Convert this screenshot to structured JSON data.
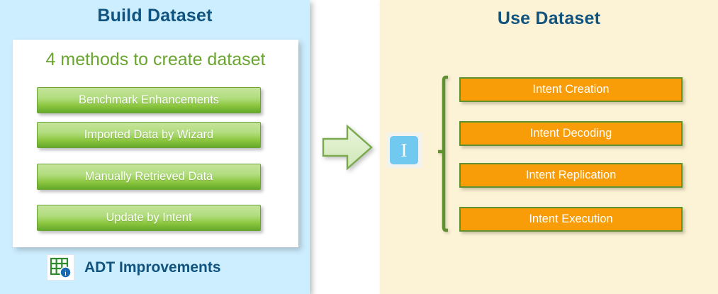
{
  "left_panel": {
    "title": "Build Dataset",
    "bg_color": "#cceeff",
    "title_color": "#11537f",
    "card": {
      "heading": "4 methods to create dataset",
      "heading_color": "#6aa530",
      "methods": [
        {
          "label": "Benchmark Enhancements"
        },
        {
          "label": "Imported Data by Wizard"
        },
        {
          "label": "Manually Retrieved Data"
        },
        {
          "label": "Update by Intent"
        }
      ],
      "button_color": "#8cc63f"
    },
    "footer": {
      "icon": "adt-grid-info-icon",
      "label": "ADT Improvements",
      "label_color": "#11537f"
    }
  },
  "connector": {
    "arrow_icon": "right-arrow-icon",
    "arrow_fill": "#ddeecb",
    "arrow_stroke": "#7ba94e"
  },
  "right_panel": {
    "title": "Use Dataset",
    "bg_color": "#fcf2d5",
    "title_color": "#11537f",
    "badge": {
      "icon": "intent-i-icon",
      "letter": "I",
      "color": "#72c9f0"
    },
    "bracket": {
      "icon": "curly-bracket-icon",
      "color": "#5f9130"
    },
    "usages": [
      {
        "label": "Intent Creation"
      },
      {
        "label": "Intent Decoding"
      },
      {
        "label": "Intent Replication"
      },
      {
        "label": "Intent Execution"
      }
    ],
    "button_color": "#f89c08",
    "button_border_color": "#5f9130"
  }
}
